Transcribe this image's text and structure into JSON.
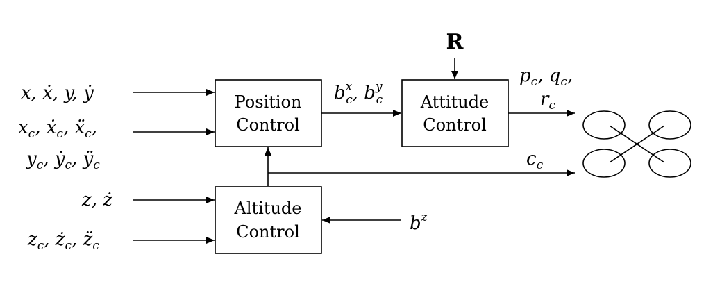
{
  "blocks": {
    "position": {
      "line1": "Position",
      "line2": "Control"
    },
    "attitude": {
      "line1": "Attitude",
      "line2": "Control"
    },
    "altitude": {
      "line1": "Altitude",
      "line2": "Control"
    }
  },
  "inputs": {
    "position_state": "x, ẋ, y, ẏ",
    "position_cmd_1": "x_c, ẋ_c, ẍ_c,",
    "position_cmd_2": "y_c, ẏ_c, ÿ_c",
    "altitude_state": "z, ż",
    "altitude_cmd": "z_c, ż_c, z̈_c",
    "altitude_bias": "b^z",
    "rotation": "R"
  },
  "signals": {
    "position_to_attitude": "b^x_c, b^y_c",
    "attitude_out_1": "p_c, q_c,",
    "attitude_out_2": "r_c",
    "thrust": "c_c"
  }
}
